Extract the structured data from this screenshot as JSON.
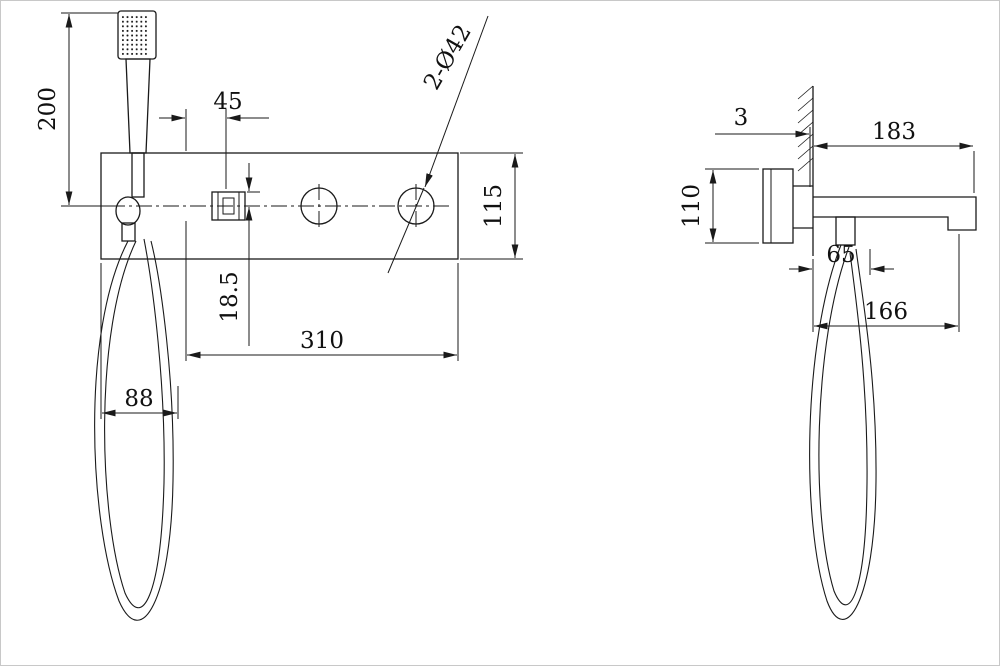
{
  "drawing": {
    "background": "#ffffff",
    "line_color": "#1a1a1a",
    "front_view": {
      "dim_shower_height": "200",
      "dim_handle_spacing": "45",
      "dim_hole_callout": "2-Ø42",
      "dim_plate_height": "115",
      "dim_center_offset": "18.5",
      "dim_plate_width": "310",
      "dim_hose_offset": "88"
    },
    "side_view": {
      "dim_trim_gap": "3",
      "dim_spout_reach": "183",
      "dim_body_height": "110",
      "dim_holder_offset": "65",
      "dim_spout_length": "166"
    }
  }
}
